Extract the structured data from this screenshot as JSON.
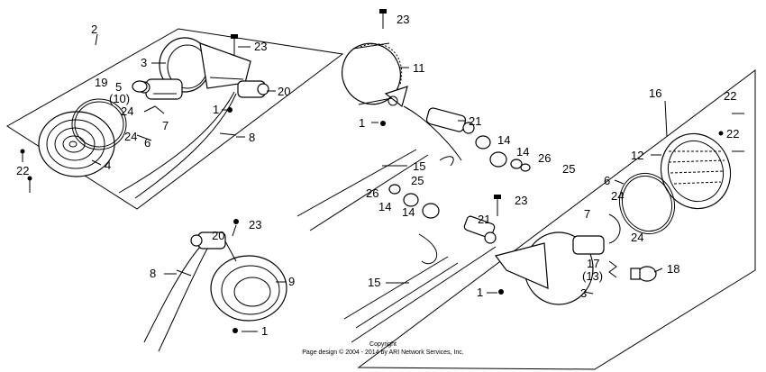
{
  "diagram": {
    "callouts": [
      {
        "key": "c2",
        "text": "2"
      },
      {
        "key": "c3a",
        "text": "3"
      },
      {
        "key": "c23a",
        "text": "23"
      },
      {
        "key": "c1a",
        "text": "1"
      },
      {
        "key": "c19",
        "text": "19"
      },
      {
        "key": "c5",
        "text": "5"
      },
      {
        "key": "c10",
        "text": "(10)"
      },
      {
        "key": "c20a",
        "text": "20"
      },
      {
        "key": "c24a",
        "text": "24"
      },
      {
        "key": "c7a",
        "text": "7"
      },
      {
        "key": "c24b",
        "text": "24"
      },
      {
        "key": "c6a",
        "text": "6"
      },
      {
        "key": "c8a",
        "text": "8"
      },
      {
        "key": "c4",
        "text": "4"
      },
      {
        "key": "c22a",
        "text": "22"
      },
      {
        "key": "c23b",
        "text": "23"
      },
      {
        "key": "c11",
        "text": "11"
      },
      {
        "key": "c1b",
        "text": "1"
      },
      {
        "key": "c21a",
        "text": "21"
      },
      {
        "key": "c14a",
        "text": "14"
      },
      {
        "key": "c14b",
        "text": "14"
      },
      {
        "key": "c26a",
        "text": "26"
      },
      {
        "key": "c25a",
        "text": "25"
      },
      {
        "key": "c15a",
        "text": "15"
      },
      {
        "key": "c25b",
        "text": "25"
      },
      {
        "key": "c26b",
        "text": "26"
      },
      {
        "key": "c14c",
        "text": "14"
      },
      {
        "key": "c14d",
        "text": "14"
      },
      {
        "key": "c21b",
        "text": "21"
      },
      {
        "key": "c23c",
        "text": "23"
      },
      {
        "key": "c16",
        "text": "16"
      },
      {
        "key": "c22b",
        "text": "22"
      },
      {
        "key": "c22c",
        "text": "22"
      },
      {
        "key": "c12",
        "text": "12"
      },
      {
        "key": "c6b",
        "text": "6"
      },
      {
        "key": "c24c",
        "text": "24"
      },
      {
        "key": "c7b",
        "text": "7"
      },
      {
        "key": "c24d",
        "text": "24"
      },
      {
        "key": "c17",
        "text": "17"
      },
      {
        "key": "c13",
        "text": "(13)"
      },
      {
        "key": "c18",
        "text": "18"
      },
      {
        "key": "c3b",
        "text": "3"
      },
      {
        "key": "c1c",
        "text": "1"
      },
      {
        "key": "c23d",
        "text": "23"
      },
      {
        "key": "c20b",
        "text": "20"
      },
      {
        "key": "c8b",
        "text": "8"
      },
      {
        "key": "c9",
        "text": "9"
      },
      {
        "key": "c1d",
        "text": "1"
      },
      {
        "key": "c15b",
        "text": "15"
      }
    ],
    "footer": {
      "line1": "Copyright",
      "line2": "Page design © 2004 - 2014 by ARI Network Services, Inc."
    }
  }
}
